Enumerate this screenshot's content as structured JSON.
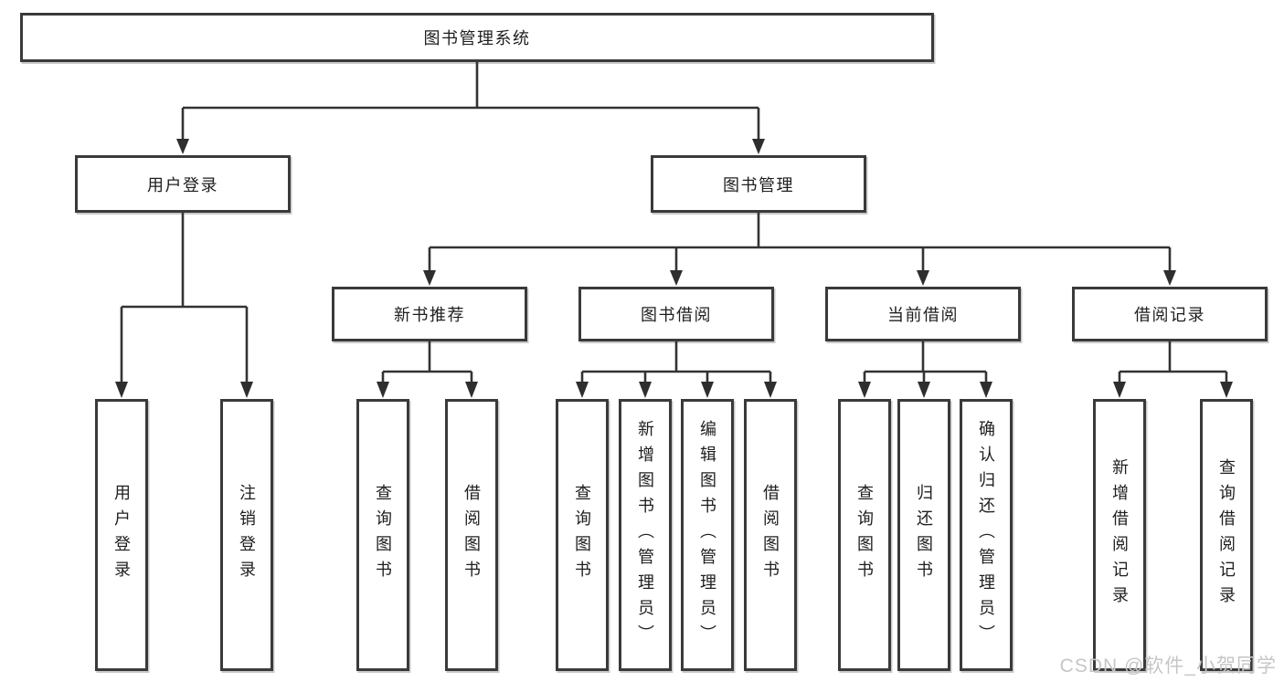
{
  "tree": {
    "root": {
      "label": "图书管理系统"
    },
    "branches": [
      {
        "label": "用户登录",
        "children": [
          {
            "label": "用户登录"
          },
          {
            "label": "注销登录"
          }
        ]
      },
      {
        "label": "图书管理",
        "children": [
          {
            "label": "新书推荐",
            "children": [
              {
                "label": "查询图书"
              },
              {
                "label": "借阅图书"
              }
            ]
          },
          {
            "label": "图书借阅",
            "children": [
              {
                "label": "查询图书"
              },
              {
                "label": "新增图书（管理员）"
              },
              {
                "label": "编辑图书（管理员）"
              },
              {
                "label": "借阅图书"
              }
            ]
          },
          {
            "label": "当前借阅",
            "children": [
              {
                "label": "查询图书"
              },
              {
                "label": "归还图书"
              },
              {
                "label": "确认归还（管理员）"
              }
            ]
          },
          {
            "label": "借阅记录",
            "children": [
              {
                "label": "新增借阅记录"
              },
              {
                "label": "查询借阅记录"
              }
            ]
          }
        ]
      }
    ]
  },
  "watermark": "CSDN @软件_小贺同学",
  "colors": {
    "line": "#333333",
    "box_border": "#3a3a3a",
    "text": "#1e1e1e",
    "watermark": "#c6c6c6",
    "background": "#ffffff"
  }
}
